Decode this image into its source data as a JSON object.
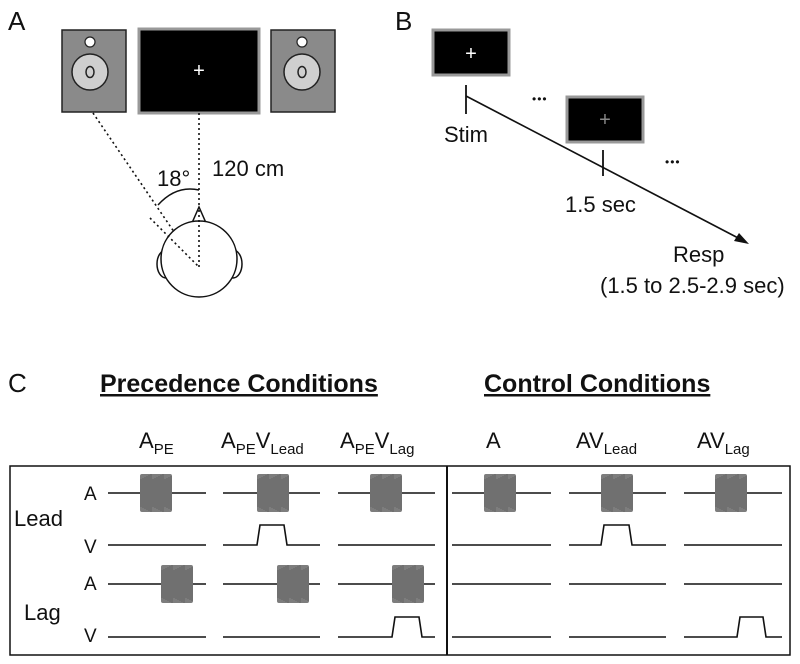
{
  "panels": {
    "a": "A",
    "b": "B",
    "c": "C"
  },
  "panel_a": {
    "angle_label": "18°",
    "distance_label": "120 cm",
    "fixation": "+"
  },
  "panel_b": {
    "fixation": "+",
    "ellipsis": "•••",
    "stim_label": "Stim",
    "interval_label": "1.5 sec",
    "resp_label": "Resp",
    "resp_range": "(1.5 to 2.5-2.9 sec)"
  },
  "panel_c": {
    "precedence_title": "Precedence Conditions",
    "control_title": "Control Conditions",
    "row_groups": {
      "lead": "Lead",
      "lag": "Lag"
    },
    "modality": {
      "a": "A",
      "v": "V"
    },
    "conditions": [
      {
        "base": "A",
        "sub1": "PE",
        "mid": "",
        "sub2": ""
      },
      {
        "base": "A",
        "sub1": "PE",
        "mid": "V",
        "sub2": "Lead"
      },
      {
        "base": "A",
        "sub1": "PE",
        "mid": "V",
        "sub2": "Lag"
      },
      {
        "base": "A",
        "sub1": "",
        "mid": "",
        "sub2": ""
      },
      {
        "base": "AV",
        "sub1": "Lead",
        "mid": "",
        "sub2": ""
      },
      {
        "base": "AV",
        "sub1": "Lag",
        "mid": "",
        "sub2": ""
      }
    ]
  },
  "colors": {
    "burst": "#7d7d7d",
    "speaker_box": "#8a8a8a",
    "screen": "#000000",
    "frame": "#999999"
  }
}
